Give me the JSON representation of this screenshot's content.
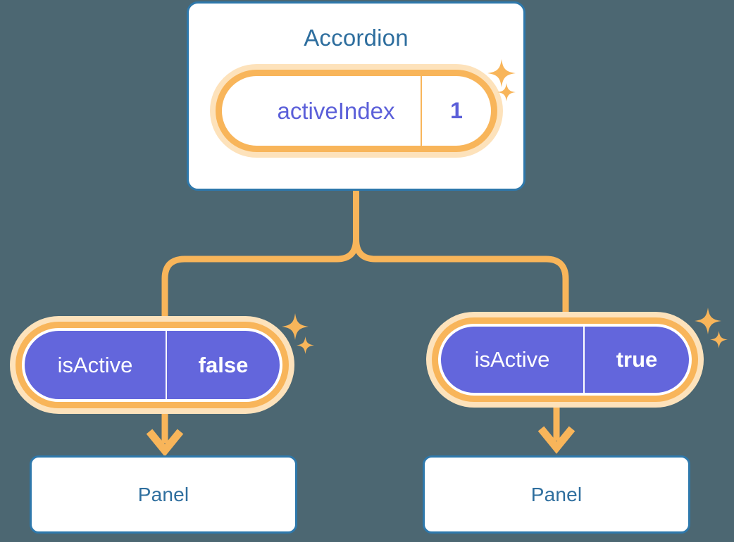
{
  "colors": {
    "background": "#4c6772",
    "card_border": "#2e78ab",
    "card_fill": "#ffffff",
    "title_text": "#2e6e9e",
    "accent_orange": "#f8b55a",
    "accent_orange_soft": "#fde2bb",
    "purple_fill": "#6366dc",
    "purple_text": "#5b5fd9",
    "white_text": "#ffffff"
  },
  "accordion": {
    "title": "Accordion",
    "state": {
      "key": "activeIndex",
      "value": "1"
    },
    "sparkle_icon_big": "sparkle-icon",
    "sparkle_icon_small": "sparkle-icon"
  },
  "branches": [
    {
      "state": {
        "key": "isActive",
        "value": "false"
      },
      "panel": {
        "title": "Panel"
      },
      "arrow_icon": "arrow-down-icon"
    },
    {
      "state": {
        "key": "isActive",
        "value": "true"
      },
      "panel": {
        "title": "Panel"
      },
      "arrow_icon": "arrow-down-icon"
    }
  ]
}
